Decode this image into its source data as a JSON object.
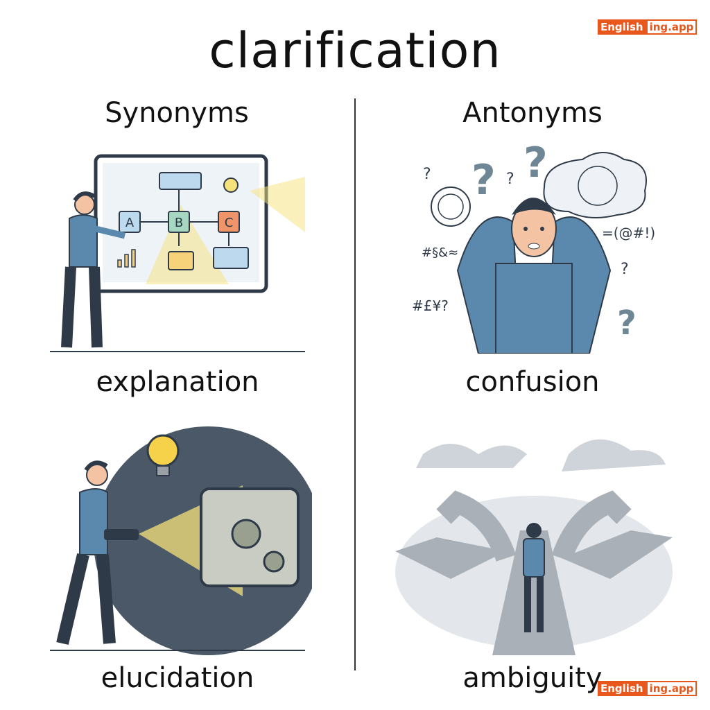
{
  "title": "clarification",
  "logo": {
    "part1": "English",
    "part2": "ing.app"
  },
  "synonyms": {
    "heading": "Synonyms",
    "words": [
      "explanation",
      "elucidation"
    ],
    "diagram_labels": [
      "A",
      "B",
      "C"
    ]
  },
  "antonyms": {
    "heading": "Antonyms",
    "words": [
      "confusion",
      "ambiguity"
    ],
    "symbols": [
      "=(@#!)",
      "#§&≈",
      "#£¥?"
    ]
  },
  "colors": {
    "accent": "#e8581c",
    "shirt": "#5b89ad",
    "dark": "#2f3a48",
    "light": "#f6e27a"
  }
}
